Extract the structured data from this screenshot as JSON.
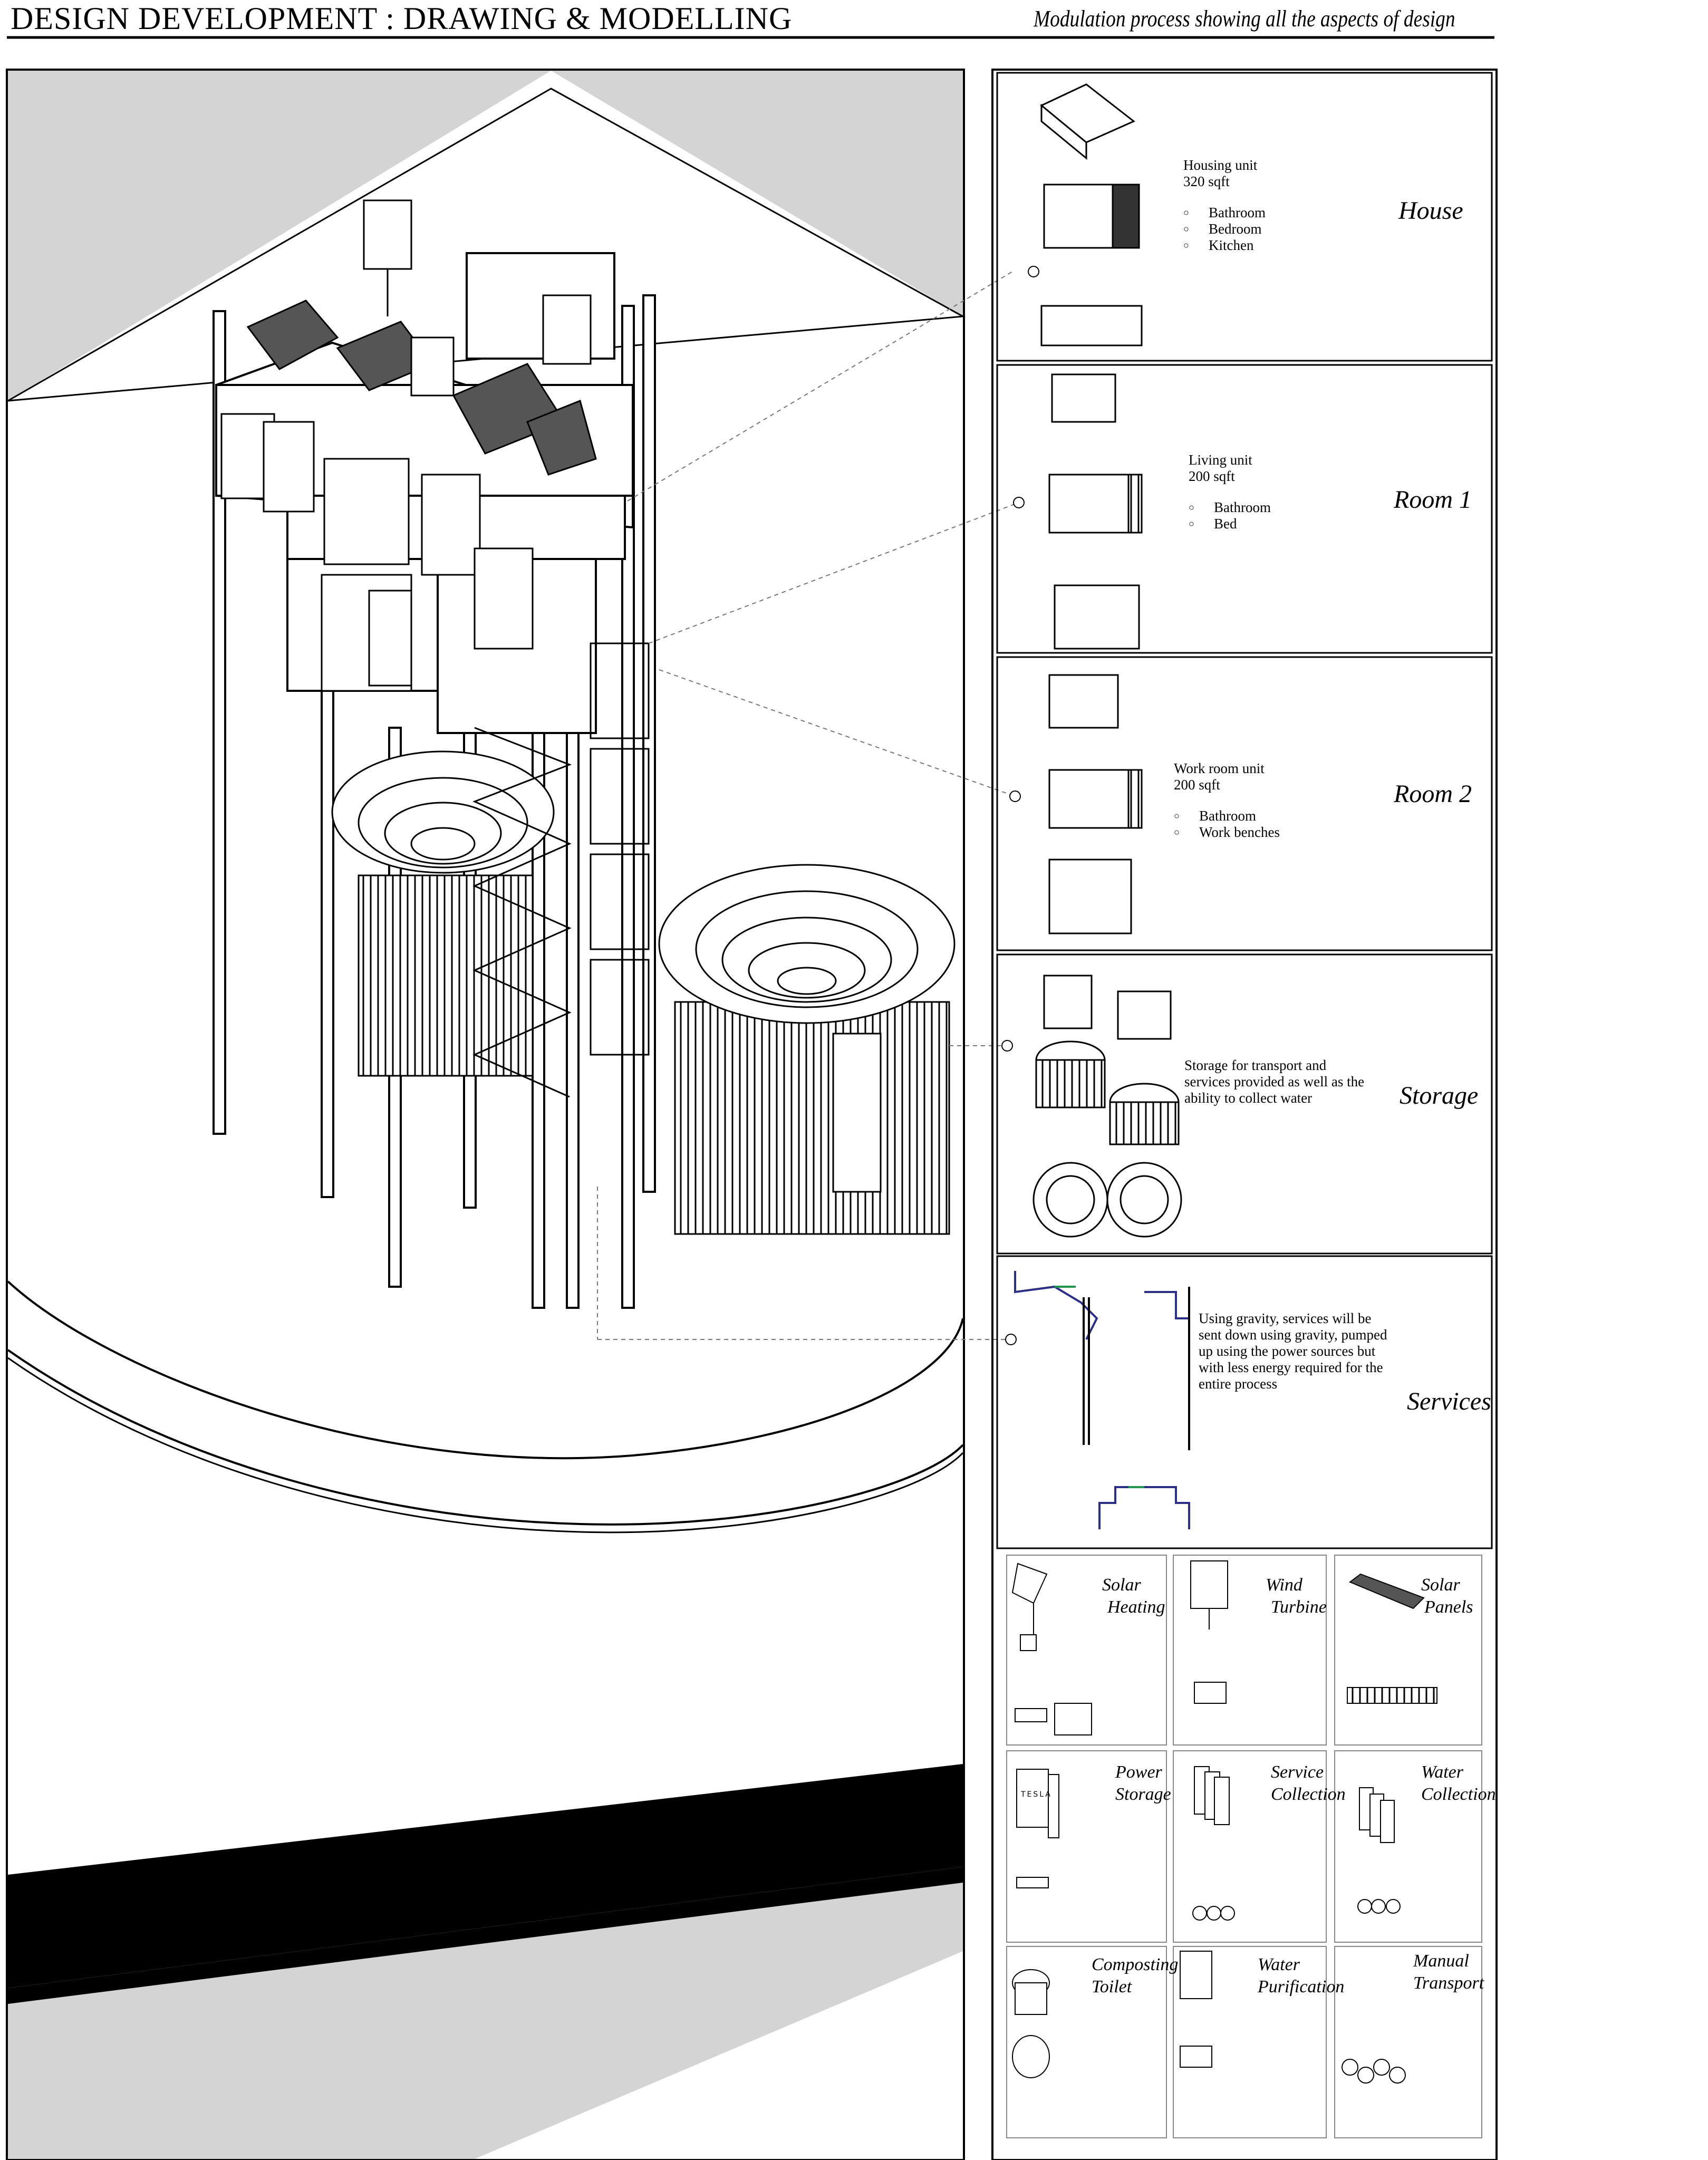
{
  "header": {
    "title": "DESIGN DEVELOPMENT : DRAWING & MODELLING",
    "subtitle": "Modulation process showing all the aspects of design"
  },
  "modules": [
    {
      "heading": "Housing unit",
      "area": "320 sqft",
      "items": [
        "Bathroom",
        "Bedroom",
        "Kitchen"
      ],
      "label": "House"
    },
    {
      "heading": "Living unit",
      "area": "200 sqft",
      "items": [
        "Bathroom",
        "Bed"
      ],
      "label": "Room 1"
    },
    {
      "heading": "Work room unit",
      "area": "200 sqft",
      "items": [
        "Bathroom",
        "Work benches"
      ],
      "label": "Room 2"
    },
    {
      "description": "Storage for transport and services provided as well as the ability to collect water",
      "label": "Storage"
    },
    {
      "description": "Using gravity, services will be sent down using gravity, pumped up using the power sources but with less energy required for the entire process",
      "label": "Services"
    }
  ],
  "components": [
    {
      "line1": "Solar",
      "line2": "Heating"
    },
    {
      "line1": "Wind",
      "line2": "Turbine"
    },
    {
      "line1": "Solar",
      "line2": "Panels"
    },
    {
      "line1": "Power",
      "line2": "Storage",
      "brand": "TESLA"
    },
    {
      "line1": "Service",
      "line2": "Collection"
    },
    {
      "line1": "Water",
      "line2": "Collection"
    },
    {
      "line1": "Composting",
      "line2": "Toilet"
    },
    {
      "line1": "Water",
      "line2": "Purification"
    },
    {
      "line1": "Manual",
      "line2": "Transport"
    }
  ],
  "colors": {
    "gray_ground": "#d4d4d4",
    "pipe_blue": "#2a2f8f",
    "pipe_green": "#1a9a4a"
  }
}
